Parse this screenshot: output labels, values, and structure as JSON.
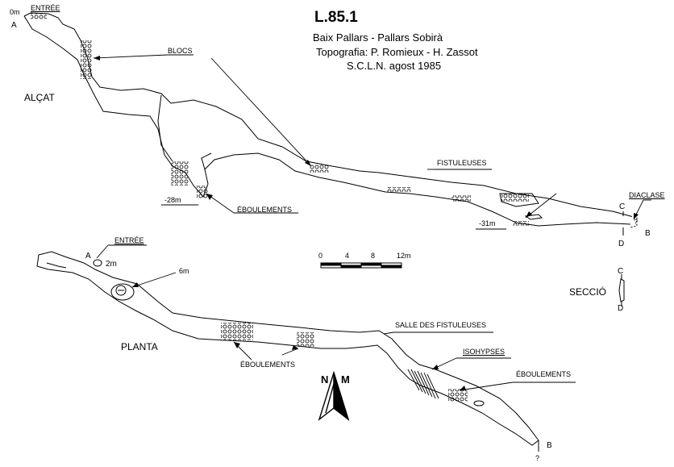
{
  "header": {
    "title": "L.85.1",
    "region": "Baix Pallars - Pallars Sobirà",
    "topography": "Topografia: P. Romieux - H. Zassot",
    "club_date": "S.C.L.N. agost 1985"
  },
  "elevation": {
    "section_label": "ALÇAT",
    "depth_0": "0m",
    "point_a": "A",
    "entrance": "ENTRÉE",
    "blocs": "BLOCS",
    "fistuleuses": "FISTULEUSES",
    "depth_28": "-28m",
    "eboulements": "ÉBOULEMENTS",
    "depth_31": "-31m",
    "diaclase": "DIACLASE",
    "point_c": "C",
    "point_d": "D",
    "point_b": "B",
    "question": "?"
  },
  "scale": {
    "ticks": [
      "0",
      "4",
      "8",
      "12m"
    ]
  },
  "cross_section": {
    "label": "SECCIÓ",
    "point_c": "C",
    "point_d": "D"
  },
  "plan": {
    "section_label": "PLANTA",
    "entrance": "ENTRÉE",
    "point_a": "A",
    "depth_2": "2m",
    "depth_6": "6m",
    "eboulements_left": "ÉBOULEMENTS",
    "salle": "SALLE DES FISTULEUSES",
    "isohypses": "ISOHYPSES",
    "eboulements_right": "ÉBOULEMENTS",
    "point_b": "B",
    "question": "?"
  },
  "north": {
    "n": "N",
    "m": "M"
  }
}
